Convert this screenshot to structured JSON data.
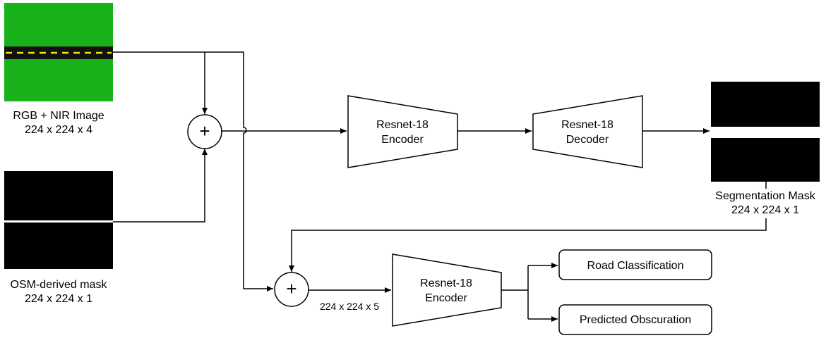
{
  "inputs": {
    "rgb_nir": {
      "line1": "RGB + NIR Image",
      "line2": "224 x 224 x 4"
    },
    "osm_mask": {
      "line1": "OSM-derived mask",
      "line2": "224 x 224 x 1"
    }
  },
  "blocks": {
    "encoder_top": {
      "line1": "Resnet-18",
      "line2": "Encoder"
    },
    "decoder": {
      "line1": "Resnet-18",
      "line2": "Decoder"
    },
    "encoder_bottom": {
      "line1": "Resnet-18",
      "line2": "Encoder"
    }
  },
  "operators": {
    "concat_symbol": "+"
  },
  "outputs": {
    "segmentation_mask": {
      "line1": "Segmentation Mask",
      "line2": "224 x 224 x 1"
    },
    "road_classification": "Road Classification",
    "predicted_obscuration": "Predicted Obscuration"
  },
  "edge_labels": {
    "combined_shape": "224 x 224 x 5"
  },
  "colors": {
    "grass": "#19b21b",
    "road": "#111111",
    "lane_marking": "#f2e600",
    "mask": "#000000"
  }
}
